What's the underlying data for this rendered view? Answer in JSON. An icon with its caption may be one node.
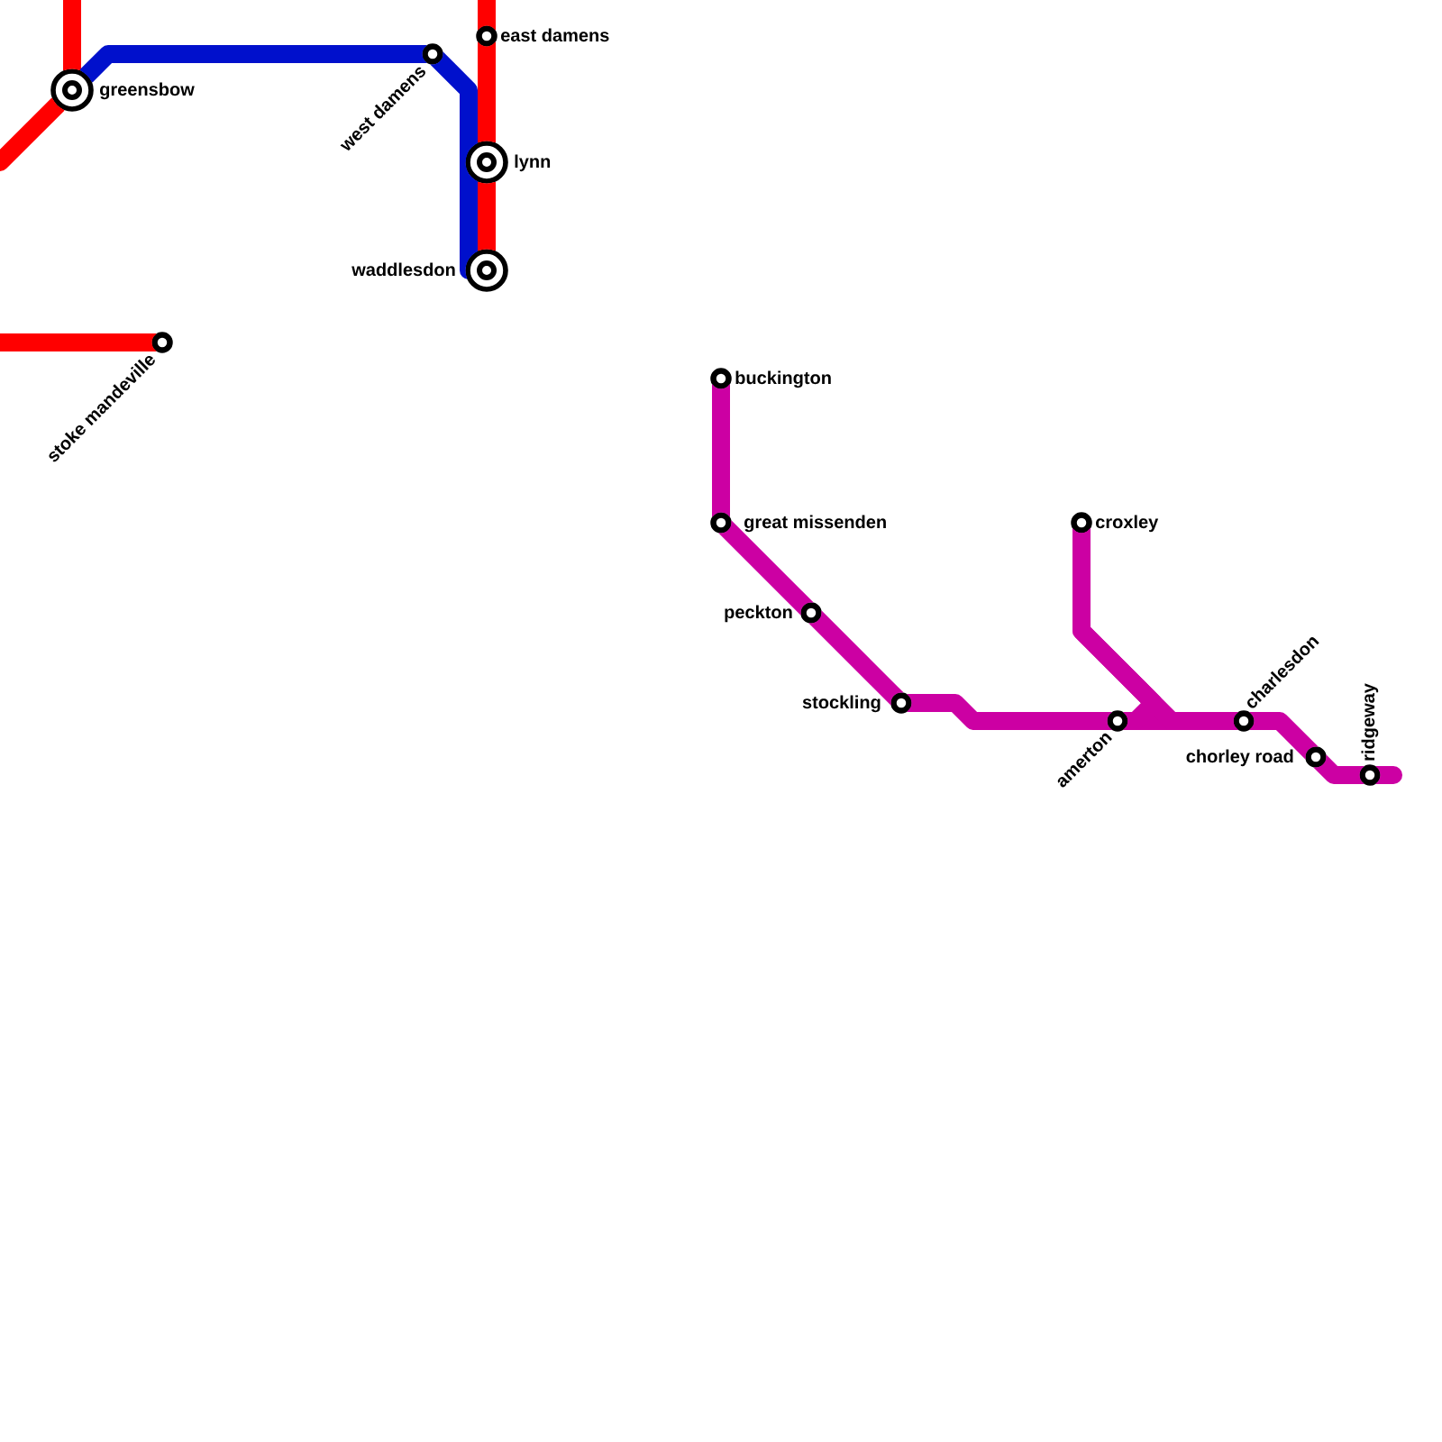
{
  "diagram": {
    "nodes": [
      {
        "text": [
          "east damens"
        ]
      },
      {
        "text": [
          "west damens"
        ]
      },
      {
        "text": [
          "greensbow"
        ]
      },
      {
        "text": [
          "lynn"
        ]
      },
      {
        "text": [
          "waddlesdon"
        ]
      },
      {
        "text": [
          "stoke mandeville"
        ]
      },
      {
        "text": [
          "buckington"
        ]
      },
      {
        "text": [
          "great missenden"
        ]
      },
      {
        "text": [
          "croxley"
        ]
      },
      {
        "text": [
          "peckton"
        ]
      },
      {
        "text": [
          "stockling"
        ]
      },
      {
        "text": [
          "amerton"
        ]
      },
      {
        "text": [
          "charlesdon"
        ]
      },
      {
        "text": [
          "chorley road"
        ]
      },
      {
        "text": [
          "ridgeway"
        ]
      }
    ],
    "edges": [
      {
        "from": null,
        "to": 2,
        "arrow": "none",
        "color": "#ff0000"
      },
      {
        "from": 2,
        "to": null,
        "arrow": "none",
        "color": "#ff0000"
      },
      {
        "from": 2,
        "to": 1,
        "arrow": "none",
        "color": "#0010cc"
      },
      {
        "from": 1,
        "to": 3,
        "arrow": "none",
        "color": "#0010cc"
      },
      {
        "from": 3,
        "to": 4,
        "arrow": "none",
        "color": "#0010cc"
      },
      {
        "from": null,
        "to": 0,
        "arrow": "none",
        "color": "#ff0000"
      },
      {
        "from": 0,
        "to": 3,
        "arrow": "none",
        "color": "#ff0000"
      },
      {
        "from": 3,
        "to": 4,
        "arrow": "none",
        "color": "#ff0000"
      },
      {
        "from": null,
        "to": 5,
        "arrow": "none",
        "color": "#ff0000"
      },
      {
        "from": 6,
        "to": 7,
        "arrow": "none"
      },
      {
        "from": 7,
        "to": 9,
        "arrow": "none"
      },
      {
        "from": 9,
        "to": 10,
        "arrow": "none"
      },
      {
        "from": 10,
        "to": 11,
        "arrow": "none"
      },
      {
        "from": 11,
        "to": 12,
        "arrow": "none"
      },
      {
        "from": 12,
        "to": 13,
        "arrow": "none"
      },
      {
        "from": 13,
        "to": 14,
        "arrow": "none"
      },
      {
        "from": 14,
        "to": null,
        "arrow": "none"
      },
      {
        "from": 8,
        "to": 11,
        "arrow": "none"
      },
      {
        "from": 8,
        "to": 12,
        "arrow": "none"
      }
    ]
  }
}
